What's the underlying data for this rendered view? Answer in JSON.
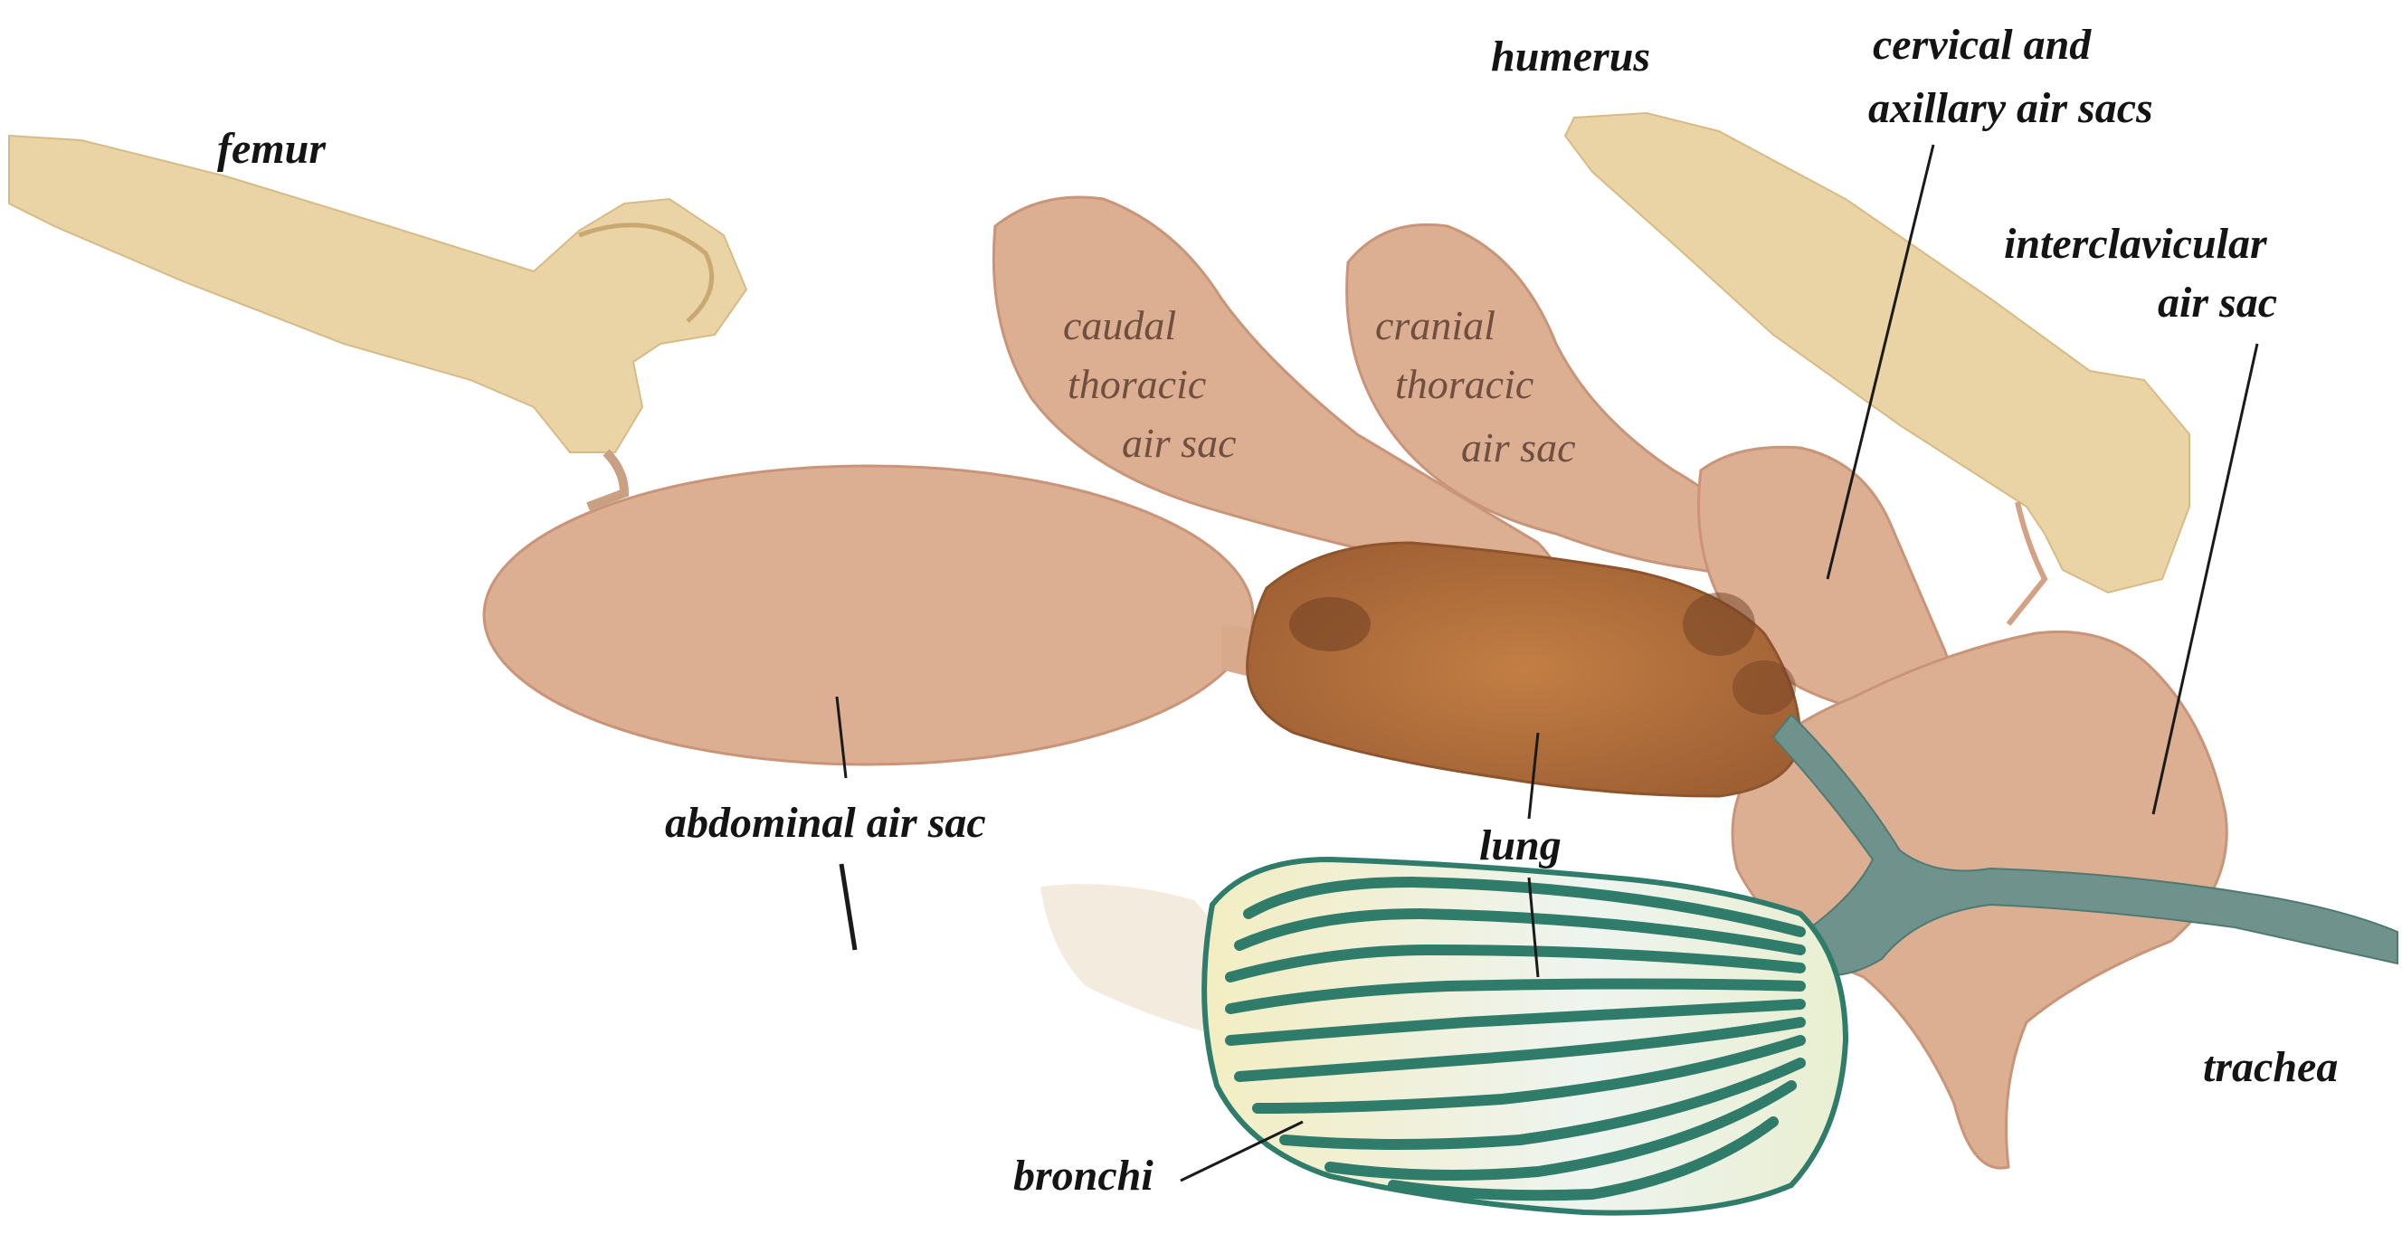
{
  "labels": {
    "femur": "femur",
    "humerus": "humerus",
    "cervical_line1": "cervical and",
    "cervical_line2": "axillary air sacs",
    "interclav_line1": "interclavicular",
    "interclav_line2": "air sac",
    "caudal_line1": "caudal",
    "caudal_line2": "thoracic",
    "caudal_line3": "air sac",
    "cranial_line1": "cranial",
    "cranial_line2": "thoracic",
    "cranial_line3": "air sac",
    "abdominal": "abdominal air sac",
    "lung": "lung",
    "bronchi": "bronchi",
    "trachea": "trachea"
  },
  "colors": {
    "air_sac": "#dcae92",
    "lung": "#b9773f",
    "bone": "#ead3a5",
    "bronchi_green": "#2f7c6a",
    "trachea": "#6f938c"
  },
  "icons": [
    "femur-bone-icon",
    "humerus-bone-icon"
  ]
}
